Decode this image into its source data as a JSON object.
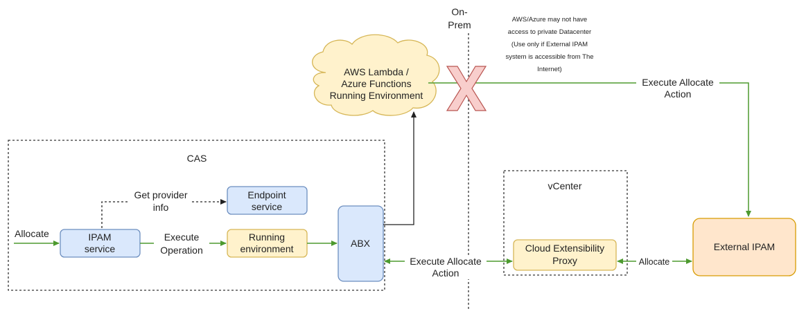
{
  "nodes": {
    "cloud": [
      "AWS Lambda /",
      "Azure Functions",
      "Running Environment"
    ],
    "endpoint": [
      "Endpoint",
      "service"
    ],
    "ipam": [
      "IPAM",
      "service"
    ],
    "running": [
      "Running",
      "environment"
    ],
    "abx": "ABX",
    "cep": [
      "Cloud Extensibility",
      "Proxy"
    ],
    "external": "External IPAM"
  },
  "groups": {
    "cas": "CAS",
    "vcenter": "vCenter",
    "onprem": [
      "On-",
      "Prem"
    ]
  },
  "note": [
    "AWS/Azure may not have",
    "access to private Datacenter",
    "(Use only if External IPAM",
    "system is accessible from The",
    "Internet)"
  ],
  "edges": {
    "allocate_in": "Allocate",
    "get_provider": [
      "Get provider",
      "info"
    ],
    "execute_op": [
      "Execute",
      "Operation"
    ],
    "exec_alloc_top": [
      "Execute Allocate",
      "Action"
    ],
    "exec_alloc_bottom": [
      "Execute Allocate",
      "Action"
    ],
    "allocate_right": "Allocate"
  },
  "colors": {
    "blue_fill": "#dae8fc",
    "blue_stroke": "#6c8ebf",
    "yellow_fill": "#fff2cc",
    "yellow_stroke": "#d6b656",
    "orange_fill": "#ffe6cc",
    "orange_stroke": "#d79b00",
    "green_edge": "#4d9a2f",
    "red_x_fill": "#f8cecc",
    "red_x_stroke": "#b85450"
  }
}
